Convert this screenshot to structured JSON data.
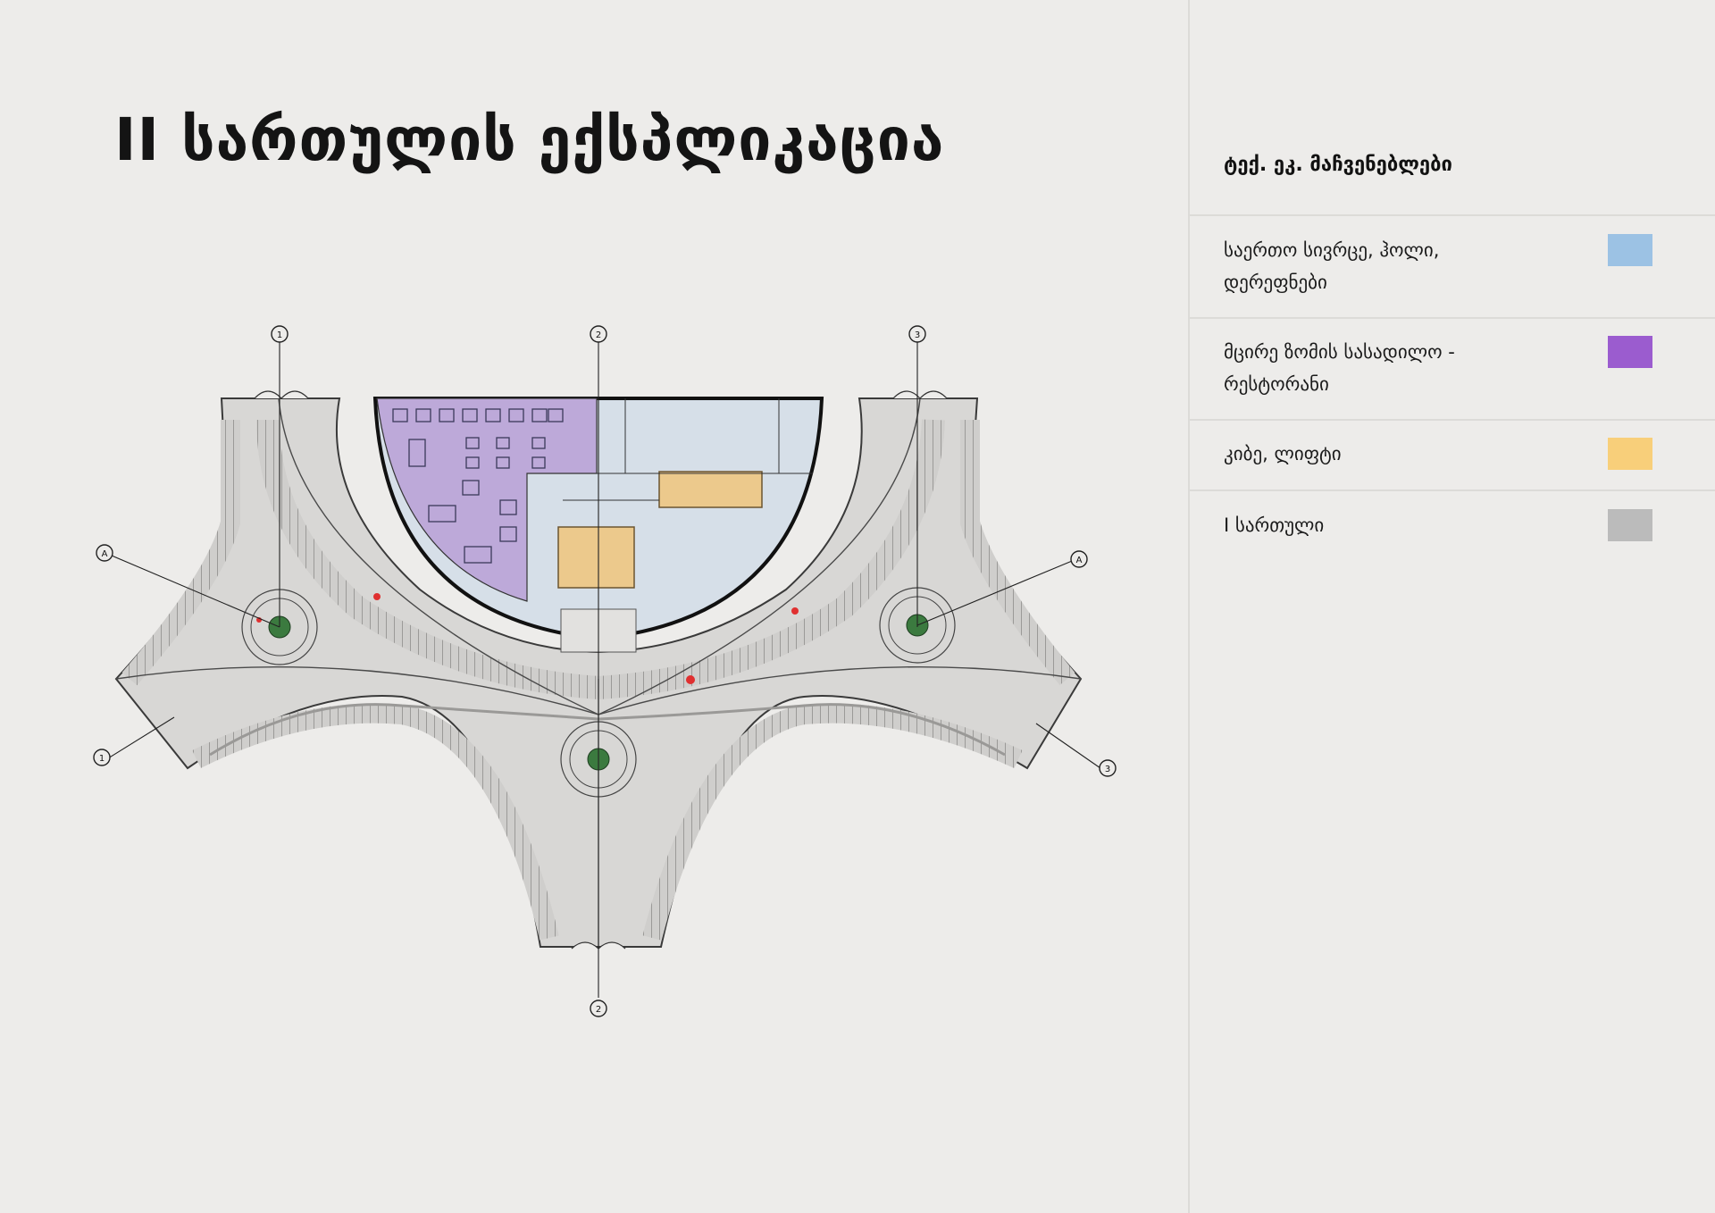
{
  "title": "II სართულის ექსპლიკაცია",
  "legend": {
    "header": "ტექ. ეკ. მაჩვენებლები",
    "items": [
      {
        "label": "საერთო სივრცე, ჰოლი, დერეფნები",
        "color": "#9cc2e4"
      },
      {
        "label": "მცირე ზომის სასადილო - რესტორანი",
        "color": "#9b5ccf"
      },
      {
        "label": "კიბე, ლიფტი",
        "color": "#f8cf7a"
      },
      {
        "label": "I სართული",
        "color": "#bbbbbb"
      }
    ]
  },
  "plan": {
    "axis_labels": [
      "1",
      "2",
      "3",
      "A",
      "A",
      "1",
      "3",
      "2"
    ],
    "colors": {
      "common": "#d6dfe8",
      "restaurant": "#bda9d9",
      "stairs": "#ecc98c",
      "floor": "#d6d5d3",
      "trees": "#3b7a3f",
      "markers": "#e03030"
    }
  }
}
